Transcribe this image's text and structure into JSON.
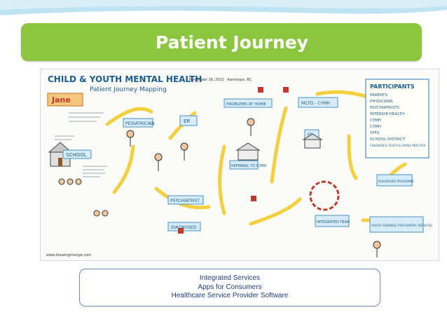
{
  "slide": {
    "title": "Patient Journey",
    "accent_color": "#8cc63f",
    "caption": {
      "lines": [
        "Integrated Services",
        "Apps for Consumers",
        "Healthcare Service Provider Software"
      ]
    }
  },
  "journey_map": {
    "header": "CHILD & YOUTH MENTAL HEALTH",
    "subheader": "Patient Journey Mapping",
    "date_location": "November 16, 2012 · Kamloops, BC",
    "patient_name": "Jane",
    "participants_title": "PARTICIPANTS",
    "participants": [
      "PARENTS",
      "PHYSICIANS",
      "PSYCHIATRISTS",
      "INTERIOR HEALTH",
      "CYMH",
      "CYMH",
      "YFFS",
      "SCHOOL DISTRICT",
      "CHILDREN & YOUTH & FAMILY PRACTICE"
    ],
    "stages": [
      "SCHOOL",
      "PEDIATRICIAN",
      "ER",
      "PSYCHIATRIST",
      "DIAGNOSED",
      "PROBLEMS AT HOME",
      "MCFD - CYMH",
      "ER",
      "REFERRAL TO CYMH",
      "INTEGRATED TEAM",
      "YOUTH FORENSIC PSYCHIATRIC SERVICES",
      "DIAGNOSED PROGRAMS"
    ],
    "credit": "www.drawingchange.com"
  },
  "icons": {
    "wave": "header-wave-icon"
  }
}
